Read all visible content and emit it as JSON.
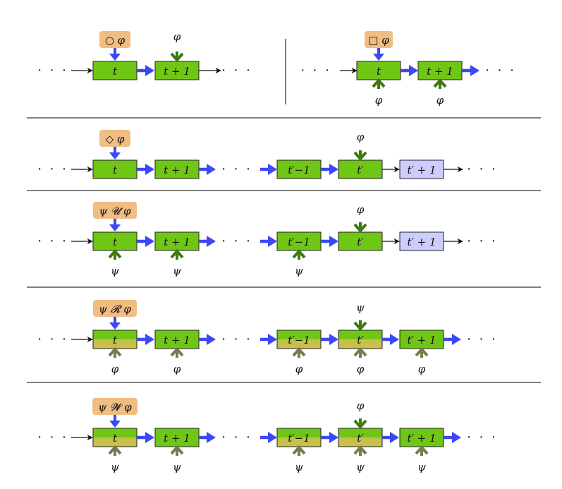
{
  "colors": {
    "green": "#6fc615",
    "green_dark": "#3e7a10",
    "olive": "#c7c04a",
    "olive_arrow": "#7a7a52",
    "lavender": "#ccccff",
    "blue": "#3b49f5",
    "formula_bg": "#f0bd82",
    "rule": "#333333"
  },
  "labels": {
    "dots": "· · ·",
    "t": "t",
    "t1": "t + 1",
    "tpm1": "t′−1",
    "tp": "t′",
    "tpp1": "t′ + 1",
    "phi": "φ",
    "psi": "ψ"
  },
  "formulas": {
    "next": "○ φ",
    "always": "□ φ",
    "eventually": "◇ φ",
    "until": "ψ 𝓤 φ",
    "release": "ψ 𝓡 φ",
    "weak_until": "ψ 𝓦 φ"
  }
}
